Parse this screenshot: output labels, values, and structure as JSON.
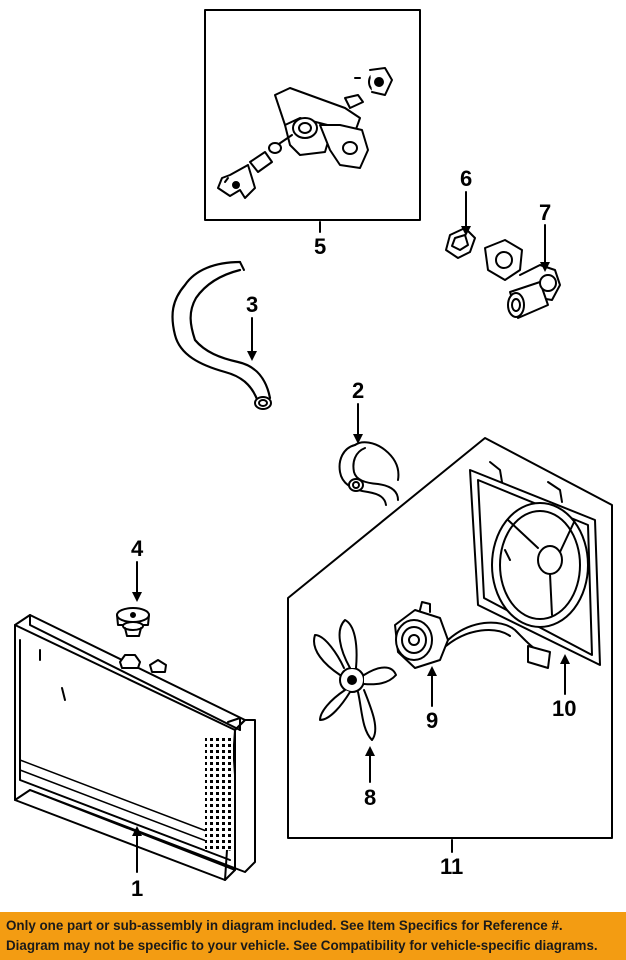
{
  "diagram": {
    "callouts": {
      "c1": "1",
      "c2": "2",
      "c3": "3",
      "c4": "4",
      "c5": "5",
      "c6": "6",
      "c7": "7",
      "c8": "8",
      "c9": "9",
      "c10": "10",
      "c11": "11"
    }
  },
  "banner": {
    "line1": "Only one part or sub-assembly in diagram included. See Item Specifics for Reference #.",
    "line2": "Diagram may not be specific to your vehicle. See Compatibility for vehicle-specific diagrams.",
    "background": "#f39c12"
  }
}
